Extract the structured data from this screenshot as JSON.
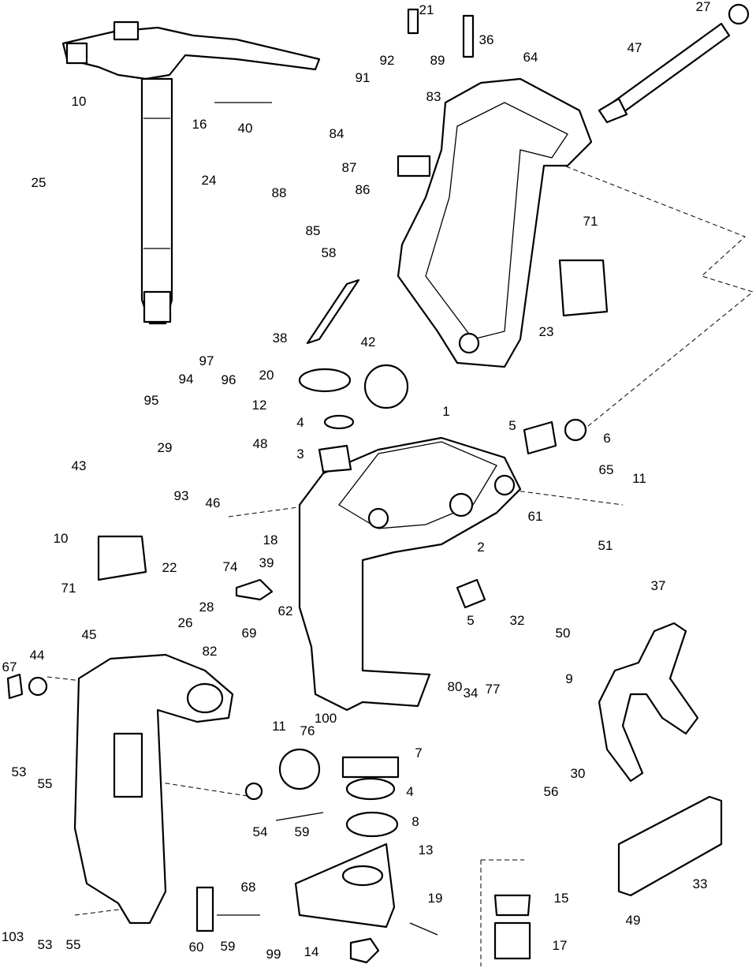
{
  "diagram": {
    "type": "exploded parts diagram",
    "callouts": [
      "21",
      "36",
      "27",
      "47",
      "64",
      "92",
      "89",
      "91",
      "83",
      "10",
      "16",
      "40",
      "84",
      "87",
      "86",
      "88",
      "25",
      "24",
      "85",
      "71",
      "58",
      "23",
      "38",
      "42",
      "20",
      "97",
      "94",
      "96",
      "95",
      "12",
      "4",
      "1",
      "5",
      "6",
      "48",
      "3",
      "29",
      "43",
      "93",
      "65",
      "11",
      "46",
      "18",
      "10",
      "61",
      "51",
      "74",
      "22",
      "2",
      "39",
      "71",
      "28",
      "37",
      "5",
      "32",
      "50",
      "26",
      "62",
      "69",
      "82",
      "45",
      "44",
      "67",
      "80",
      "34",
      "77",
      "9",
      "100",
      "11",
      "76",
      "7",
      "53",
      "55",
      "30",
      "4",
      "54",
      "59",
      "8",
      "56",
      "13",
      "33",
      "68",
      "19",
      "15",
      "49",
      "103",
      "53",
      "55",
      "60",
      "59",
      "99",
      "14",
      "17"
    ]
  }
}
